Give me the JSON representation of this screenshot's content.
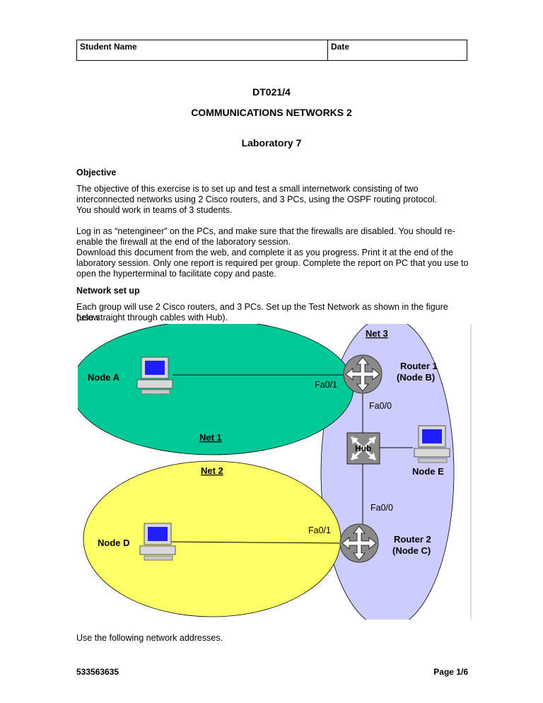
{
  "header_table": {
    "student_name_label": "Student Name",
    "date_label": "Date"
  },
  "titles": {
    "course_code": "DT021/4",
    "course_name": "COMMUNICATIONS NETWORKS 2",
    "lab_title": "Laboratory 7"
  },
  "objective": {
    "heading": "Objective",
    "lines": [
      "The objective of this exercise is to set up and test a small internetwork consisting of two",
      "interconnected networks using 2 Cisco routers, and 3 PCs, using the OSPF routing protocol.",
      "You should work in teams of 3 students."
    ]
  },
  "instructions": {
    "lines": [
      "Log in as “netengineer” on the PCs, and make sure that the firewalls are disabled. You should re-",
      "enable the firewall at the end of the laboratory session.",
      "Download this document from the web, and complete it as you progress. Print it at the end of the",
      "laboratory session. Only one report is required per group. Complete the report on PC that you use to",
      "open the hyperterminal to facilitate copy and paste."
    ]
  },
  "network_setup": {
    "heading": "Network set up",
    "lines": [
      "Each group will use 2 Cisco routers, and 3 PCs. Set up the Test Network as shown in the figure below",
      "(use straight through cables with Hub)."
    ]
  },
  "diagram": {
    "net1": "Net 1",
    "net2": "Net 2",
    "net3": "Net 3",
    "node_a": "Node A",
    "node_d": "Node D",
    "node_e": "Node E",
    "router1_l1": "Router 1",
    "router1_l2": "(Node B)",
    "router2_l1": "Router 2",
    "router2_l2": "(Node C)",
    "hub": "Hub",
    "r1_fa01": "Fa0/1",
    "r1_fa00": "Fa0/0",
    "r2_fa00": "Fa0/0",
    "r2_fa01": "Fa0/1",
    "colors": {
      "net1": "#00c896",
      "net2": "#ffff66",
      "net3": "#ccccff",
      "device": "#8a8a8a"
    }
  },
  "after_diagram": "Use the following network addresses.",
  "footer": {
    "doc_id": "533563635",
    "page": "Page 1/6"
  }
}
